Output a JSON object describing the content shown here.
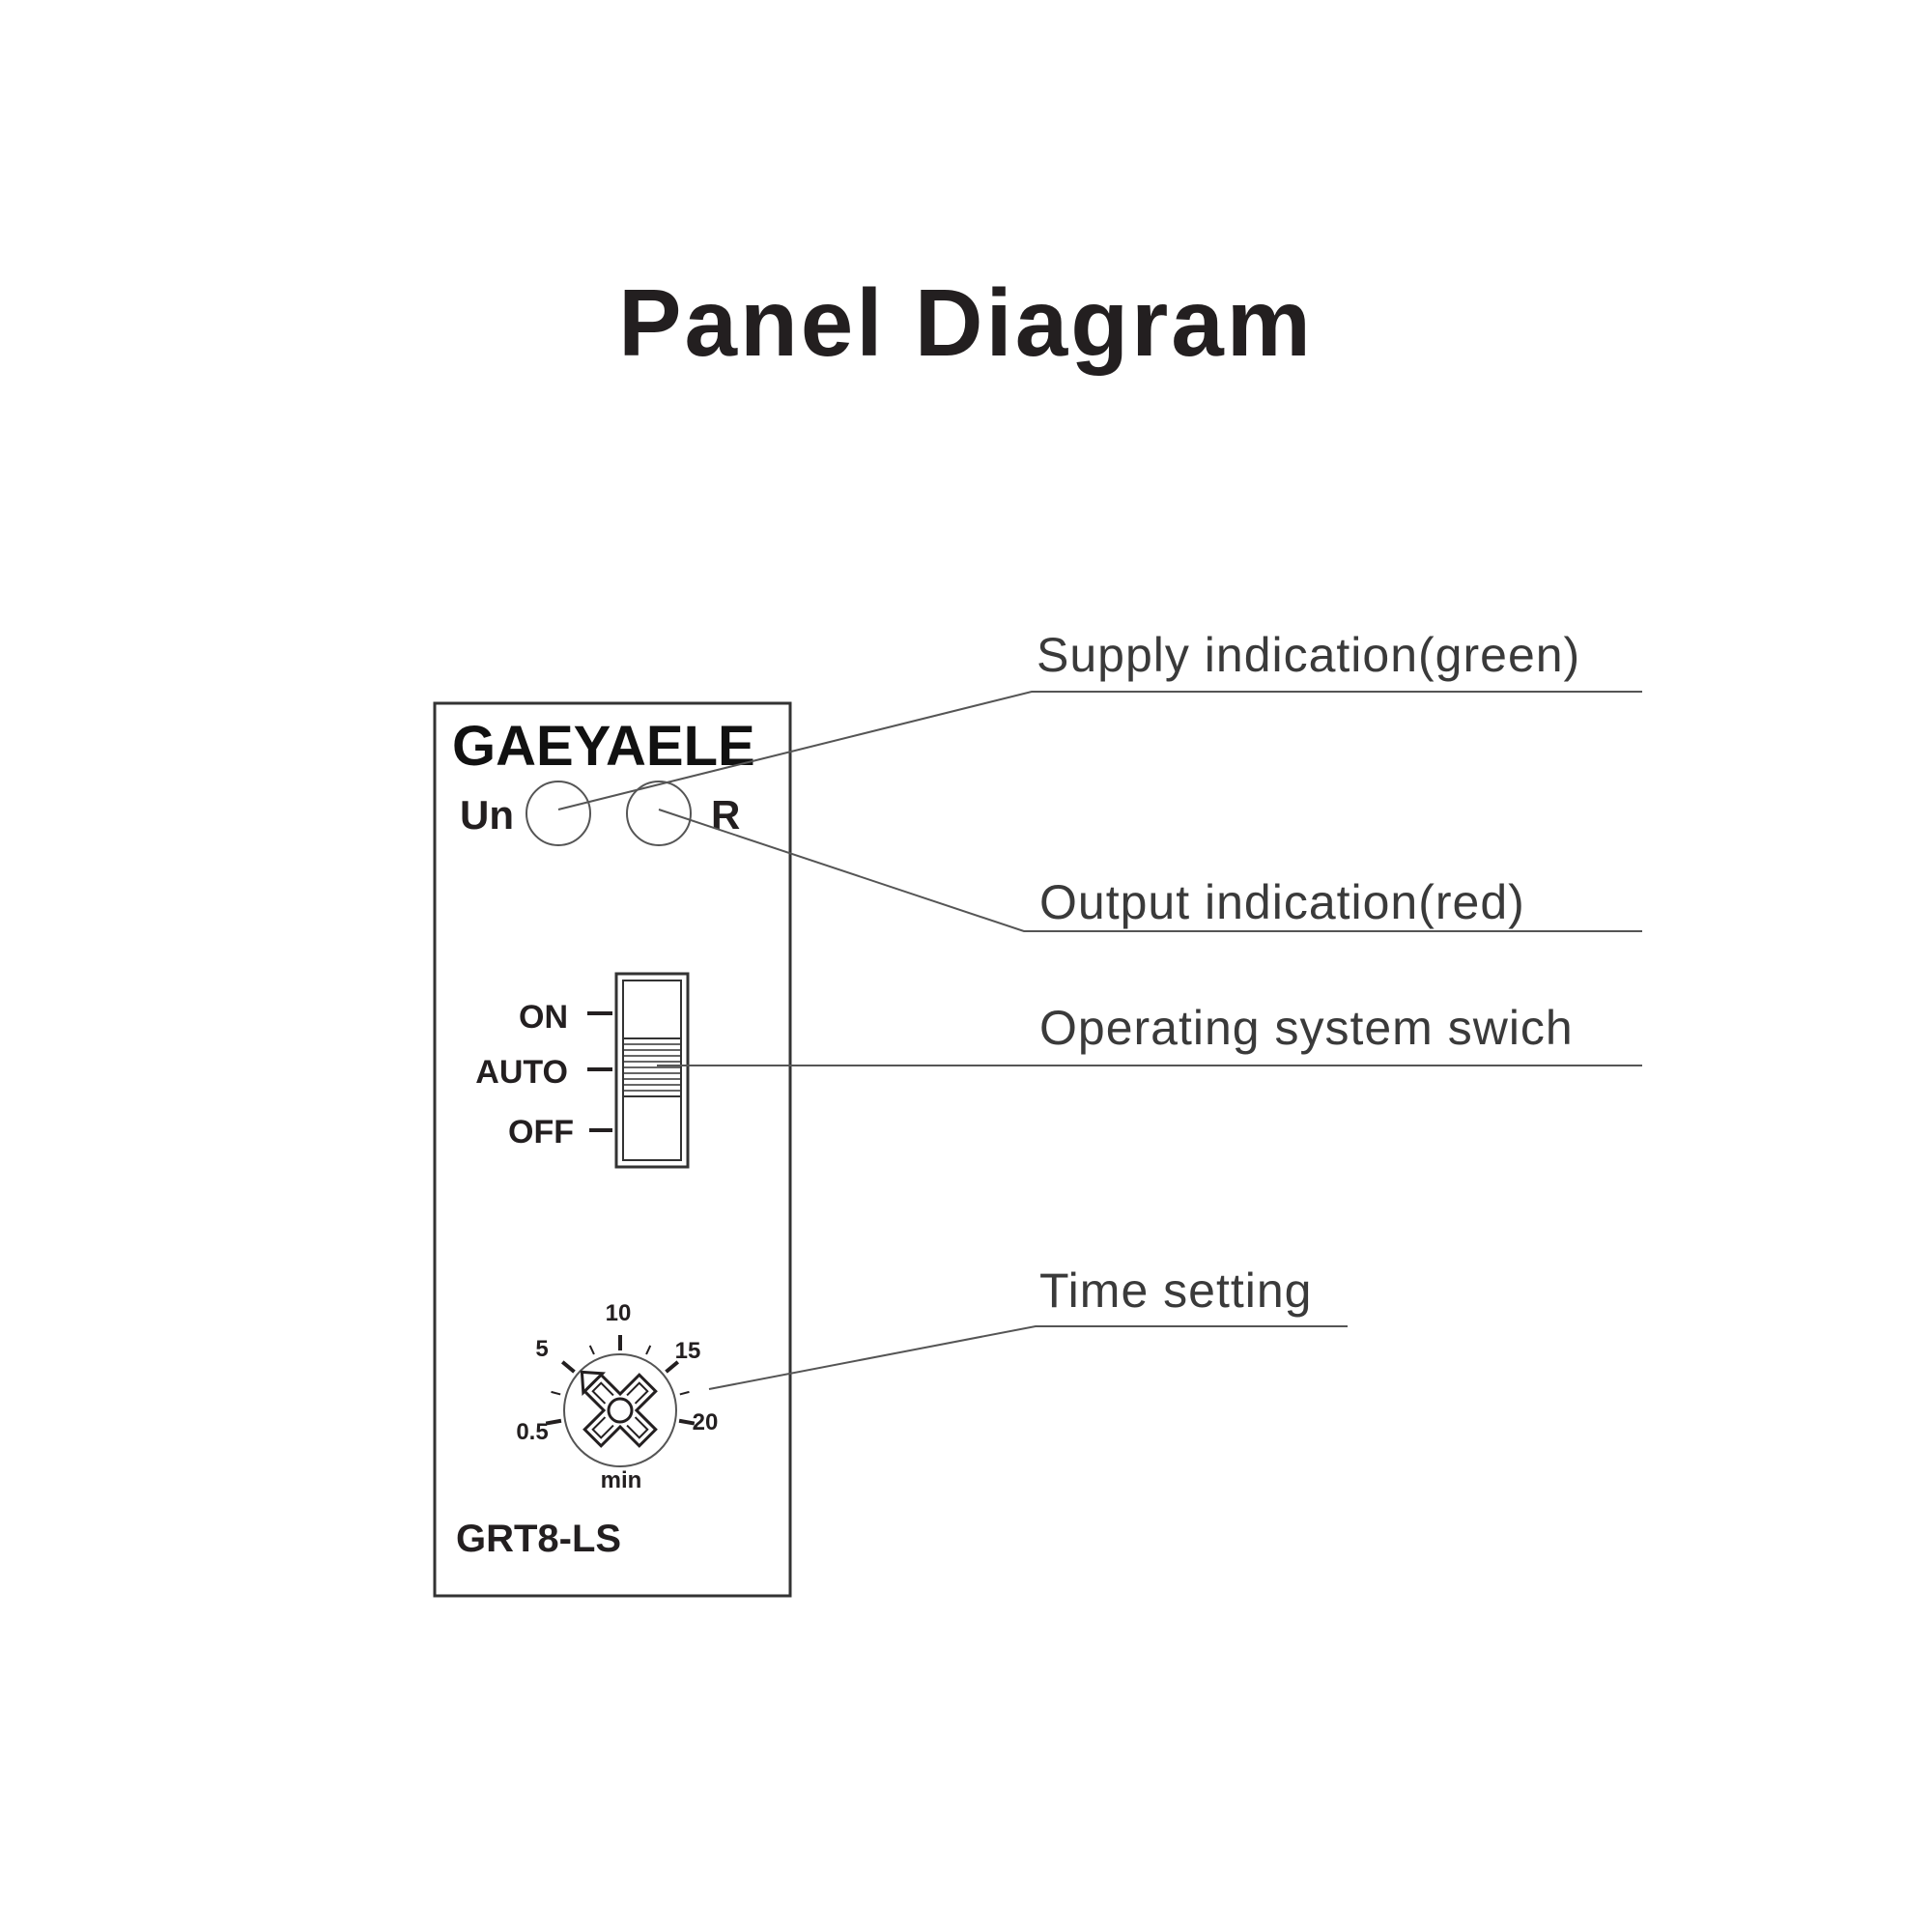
{
  "title": "Panel Diagram",
  "panel": {
    "brand": "GAEYAELE",
    "led_supply_label": "Un",
    "led_output_label": "R",
    "switch_positions": [
      "ON",
      "AUTO",
      "OFF"
    ],
    "dial_scale": [
      "0.5",
      "5",
      "10",
      "15",
      "20"
    ],
    "dial_unit": "min",
    "model": "GRT8-LS"
  },
  "callouts": [
    {
      "id": "supply",
      "text": "Supply indication(green)"
    },
    {
      "id": "output",
      "text": "Output indication(red)"
    },
    {
      "id": "switch",
      "text": "Operating system swich"
    },
    {
      "id": "time",
      "text": "Time setting"
    }
  ]
}
